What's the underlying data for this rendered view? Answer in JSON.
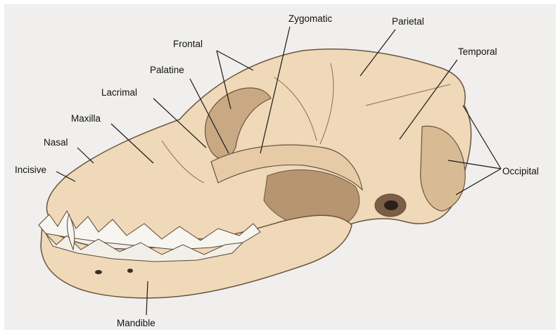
{
  "labels": {
    "zygomatic": "Zygomatic",
    "parietal": "Parietal",
    "frontal": "Frontal",
    "temporal": "Temporal",
    "palatine": "Palatine",
    "lacrimal": "Lacrimal",
    "maxilla": "Maxilla",
    "nasal": "Nasal",
    "incisive": "Incisive",
    "occipital": "Occipital",
    "mandible": "Mandible"
  },
  "colors": {
    "background": "#f0efed",
    "bone": "#efd9b8",
    "bone_shadow": "#c9a983",
    "bone_dark": "#6b5440",
    "teeth": "#f7f5f0",
    "leader": "#1a1a1a"
  }
}
